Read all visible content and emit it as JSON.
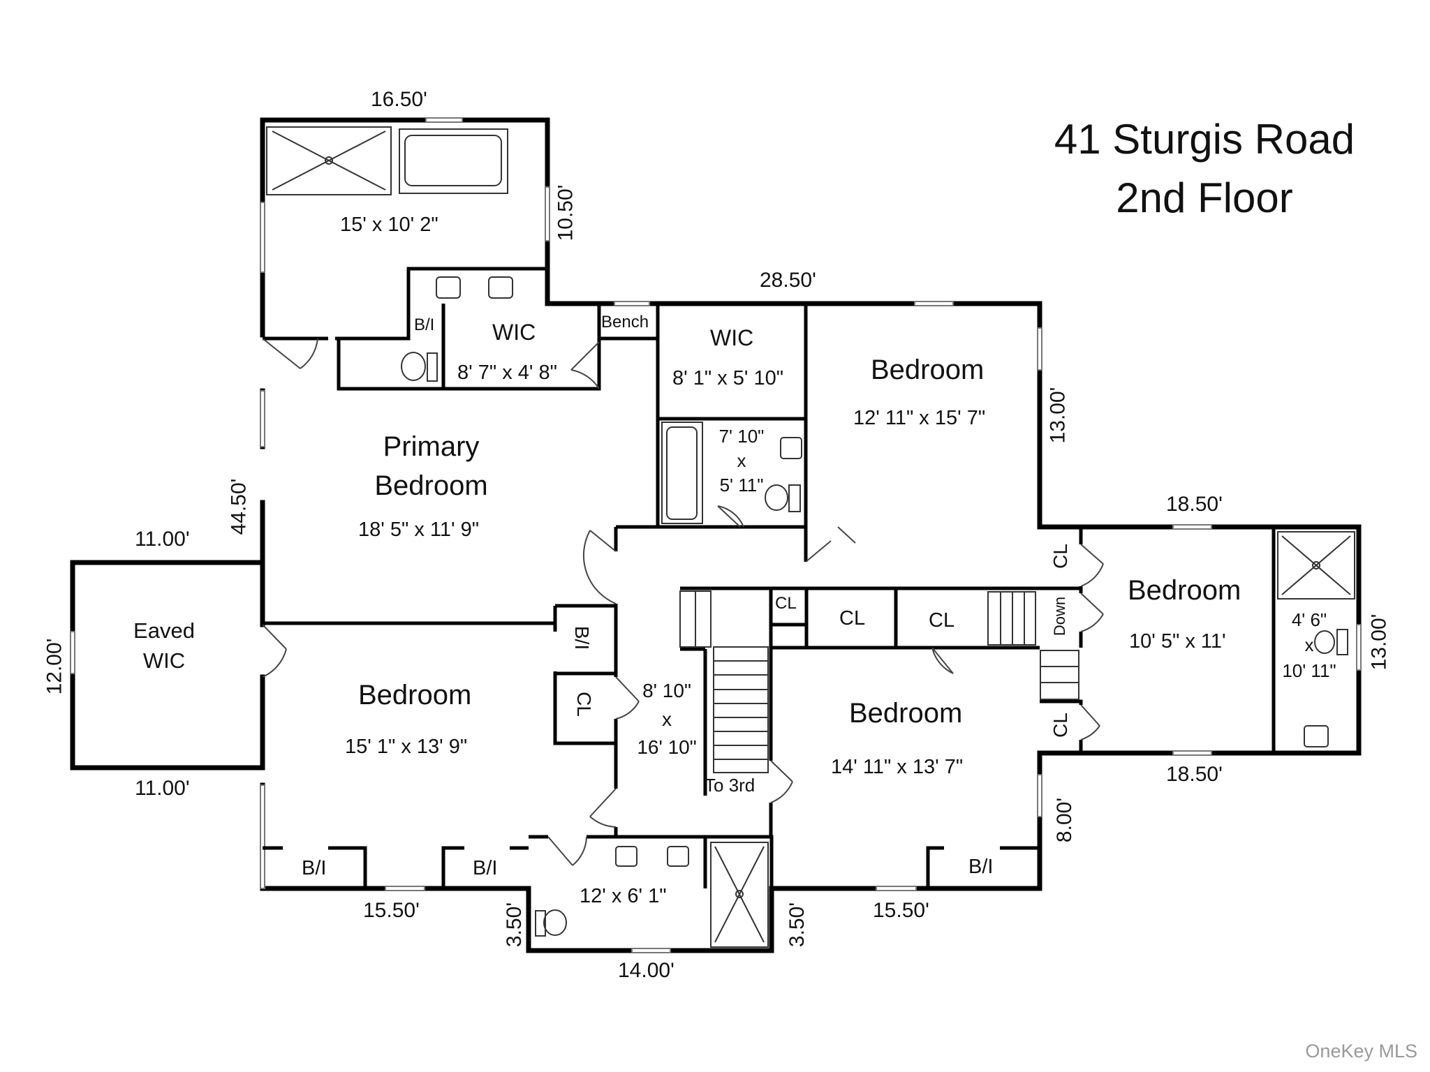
{
  "title": {
    "address": "41 Sturgis Road",
    "floor": "2nd Floor"
  },
  "watermark": "OneKey MLS",
  "colors": {
    "wall": "#000000",
    "fixture": "#555555",
    "background": "#ffffff",
    "watermark": "#9a9a9a"
  },
  "rooms": {
    "primary_bath": {
      "dims": "15' x 10' 2\""
    },
    "wic_primary": {
      "name": "WIC",
      "dims": "8' 7\" x 4' 8\""
    },
    "bi_small": {
      "name": "B/I"
    },
    "bench": {
      "name": "Bench"
    },
    "wic_hall": {
      "name": "WIC",
      "dims": "8' 1\" x 5' 10\""
    },
    "hall_bath": {
      "dims_line1": "7' 10\"",
      "dims_x": "x",
      "dims_line2": "5' 11\""
    },
    "bedroom_ne": {
      "name": "Bedroom",
      "dims": "12' 11\" x 15' 7\""
    },
    "primary_bedroom": {
      "name_line1": "Primary",
      "name_line2": "Bedroom",
      "dims": "18' 5\" x 11' 9\""
    },
    "eaved_wic": {
      "name_line1": "Eaved",
      "name_line2": "WIC"
    },
    "bedroom_sw": {
      "name": "Bedroom",
      "dims": "15' 1\" x 13' 9\""
    },
    "hall": {
      "dims_line1": "8' 10\"",
      "dims_x": "x",
      "dims_line2": "16' 10\""
    },
    "stairs_up": {
      "label": "To 3rd"
    },
    "stairs_down": {
      "label": "Down"
    },
    "bi_hall": {
      "name": "B/I"
    },
    "cl_hall": {
      "name": "CL"
    },
    "cl_small": {
      "name": "CL"
    },
    "cl_mid1": {
      "name": "CL"
    },
    "cl_mid2": {
      "name": "CL"
    },
    "cl_east_top": {
      "name": "CL"
    },
    "cl_east_bottom": {
      "name": "CL"
    },
    "bedroom_e": {
      "name": "Bedroom",
      "dims": "10' 5\" x 11'"
    },
    "bath_e": {
      "dims_line1": "4' 6\"",
      "dims_x": "x",
      "dims_line2": "10' 11\""
    },
    "bedroom_se": {
      "name": "Bedroom",
      "dims": "14' 11\" x 13' 7\""
    },
    "bath_s": {
      "dims": "12' x 6' 1\""
    },
    "bi_sw_1": {
      "name": "B/I"
    },
    "bi_sw_2": {
      "name": "B/I"
    },
    "bi_se": {
      "name": "B/I"
    }
  },
  "dimensions": {
    "top_bath_width": "16.50'",
    "top_bath_height": "10.50'",
    "top_main": "28.50'",
    "right_main": "13.00'",
    "left_main": "44.50'",
    "eaved_top": "11.00'",
    "eaved_bottom": "11.00'",
    "eaved_left": "12.00'",
    "east_top": "18.50'",
    "east_bottom": "18.50'",
    "east_right": "13.00'",
    "right_lower": "8.00'",
    "bottom_left": "15.50'",
    "bottom_right": "15.50'",
    "bath_s_left": "3.50'",
    "bath_s_right": "3.50'",
    "bath_s_bottom": "14.00'"
  }
}
